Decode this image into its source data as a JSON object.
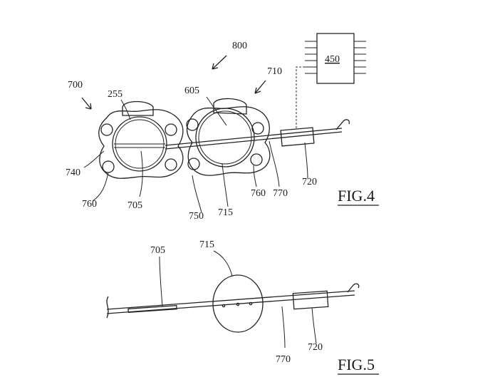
{
  "fig4": {
    "caption": "FIG.4",
    "labels": {
      "l800": "800",
      "l710": "710",
      "l700": "700",
      "l255": "255",
      "l605": "605",
      "l450": "450",
      "l740": "740",
      "l760a": "760",
      "l705": "705",
      "l750": "750",
      "l715": "715",
      "l760b": "760",
      "l770": "770",
      "l720": "720"
    }
  },
  "fig5": {
    "caption": "FIG.5",
    "labels": {
      "l705": "705",
      "l715": "715",
      "l720": "720",
      "l770": "770"
    }
  }
}
